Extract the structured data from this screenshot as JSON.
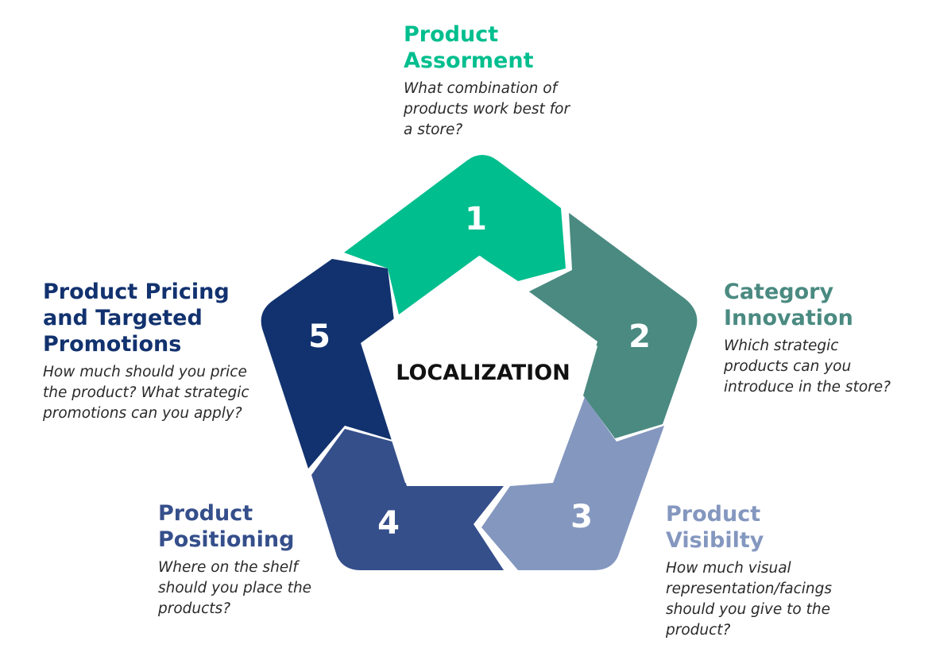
{
  "center_label": "LOCALIZATION",
  "colors": {
    "segment_1": "#00BE8E",
    "segment_2": "#4A8A81",
    "segment_3": "#8497BF",
    "segment_4": "#354F8B",
    "segment_5": "#12326F",
    "center": "#ffffff",
    "center_text": "#111111"
  },
  "segments": [
    {
      "number": "1",
      "title_lines": [
        "Product",
        "Assorment"
      ],
      "description_lines": [
        "What combination of",
        "products work best for",
        "a store?"
      ]
    },
    {
      "number": "2",
      "title_lines": [
        "Category",
        "Innovation"
      ],
      "description_lines": [
        "Which strategic",
        "products can you",
        "introduce in the store?"
      ]
    },
    {
      "number": "3",
      "title_lines": [
        "Product",
        "Visibilty"
      ],
      "description_lines": [
        "How much visual",
        "representation/facings",
        "should you give to the",
        "product?"
      ]
    },
    {
      "number": "4",
      "title_lines": [
        "Product",
        "Positioning"
      ],
      "description_lines": [
        "Where on the shelf",
        "should you place the",
        "products?"
      ]
    },
    {
      "number": "5",
      "title_lines": [
        "Product Pricing",
        "and Targeted",
        "Promotions"
      ],
      "description_lines": [
        "How much should you price",
        "the product? What strategic",
        "promotions can you apply?"
      ]
    }
  ]
}
